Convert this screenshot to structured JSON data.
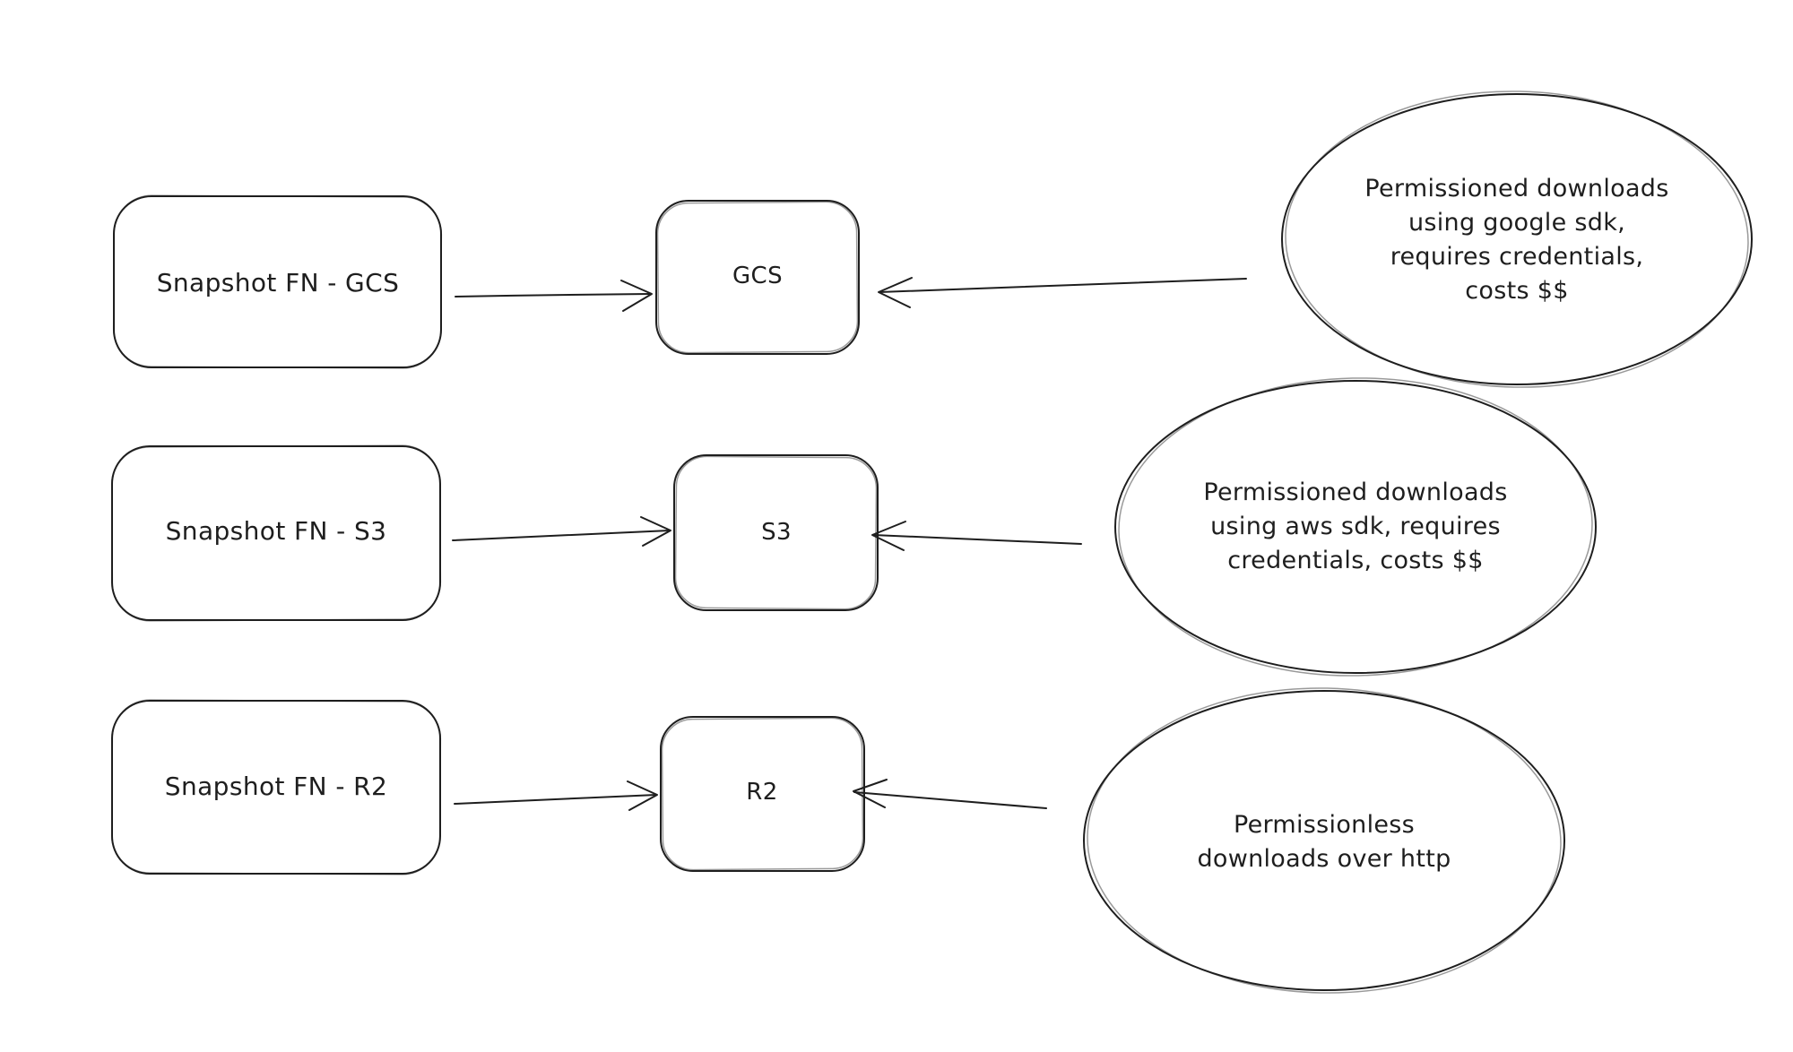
{
  "diagram": {
    "background": "#ffffff",
    "stroke_color": "#1e1e1e",
    "rows": [
      {
        "source_label": "Snapshot FN - GCS",
        "target_label": "GCS",
        "note_lines": [
          "Permissioned downloads",
          "using google sdk,",
          "requires credentials,",
          "costs $$"
        ]
      },
      {
        "source_label": "Snapshot FN - S3",
        "target_label": "S3",
        "note_lines": [
          "Permissioned downloads",
          "using aws sdk, requires",
          "credentials, costs $$"
        ]
      },
      {
        "source_label": "Snapshot FN - R2",
        "target_label": "R2",
        "note_lines": [
          "Permissionless",
          "downloads over http"
        ]
      }
    ]
  }
}
